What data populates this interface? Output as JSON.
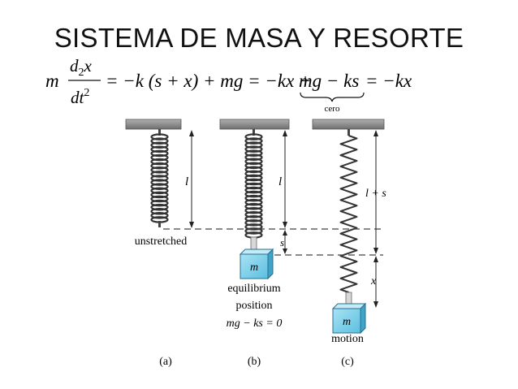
{
  "slide": {
    "title": "SISTEMA DE MASA Y RESORTE"
  },
  "equation": {
    "m": "m",
    "numerator": "d",
    "numerator_sub": "2",
    "numerator_var": "x",
    "denominator": "dt",
    "denominator_sup": "2",
    "part1": "= −k (s + x) + mg = −kx +",
    "part2": "mg − ks",
    "part3": "= −kx",
    "brace_label": "cero"
  },
  "figure": {
    "panels": [
      {
        "caption": "(a)",
        "label": "unstretched",
        "length_label": "l"
      },
      {
        "caption": "(b)",
        "label_line1": "equilibrium",
        "label_line2": "position",
        "label_line3": "mg − ks = 0",
        "length_label": "l",
        "stretch_label": "s",
        "mass_label": "m"
      },
      {
        "caption": "(c)",
        "label": "motion",
        "length_label": "l + s",
        "displacement_label": "x",
        "mass_label": "m"
      }
    ],
    "colors": {
      "ceiling": "#8e8e8e",
      "mass_fill": "#7fd0ea",
      "mass_stroke": "#2a6e8c",
      "line": "#222222"
    }
  }
}
